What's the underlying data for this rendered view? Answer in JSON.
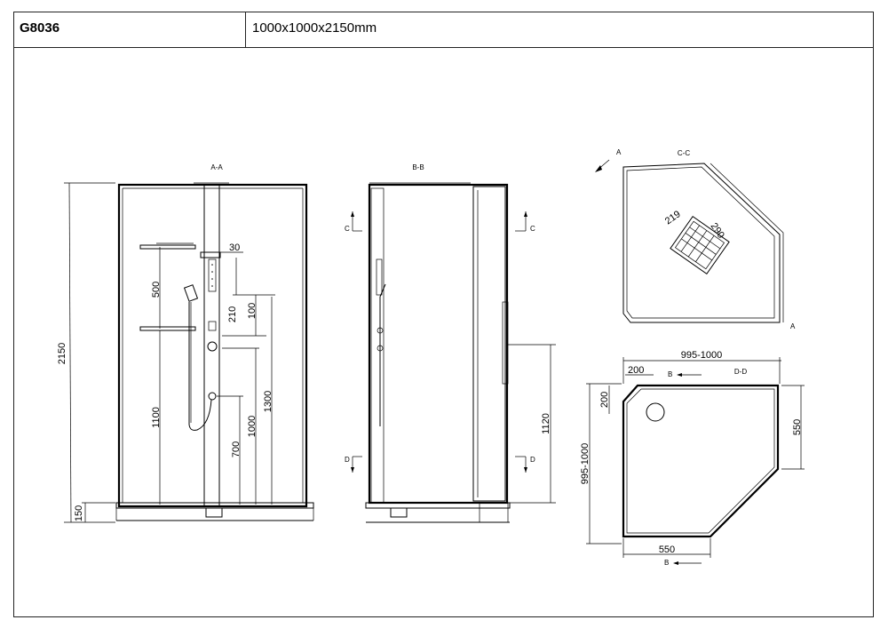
{
  "header": {
    "model": "G8036",
    "dimensions": "1000x1000x2150mm"
  },
  "views": {
    "aa": "A-A",
    "bb": "B-B",
    "cc": "C-C",
    "dd": "D-D",
    "cut_a": "A",
    "cut_b": "B",
    "cut_c": "C",
    "cut_d": "D"
  },
  "dims_aa": {
    "total": "2150",
    "top_offset": "30",
    "head_to_shelf": "500",
    "d210": "210",
    "d100": "100",
    "shelf": "1100",
    "d1300": "1300",
    "d1000": "1000",
    "d700": "700",
    "tray": "150"
  },
  "dims_bb": {
    "bar": "1120"
  },
  "dims_cc": {
    "head_w": "219",
    "head_h": "290"
  },
  "dims_dd": {
    "width": "995-1000",
    "depth": "995-1000",
    "corner_x": "200",
    "corner_y": "200",
    "side": "550",
    "bottom": "550"
  }
}
